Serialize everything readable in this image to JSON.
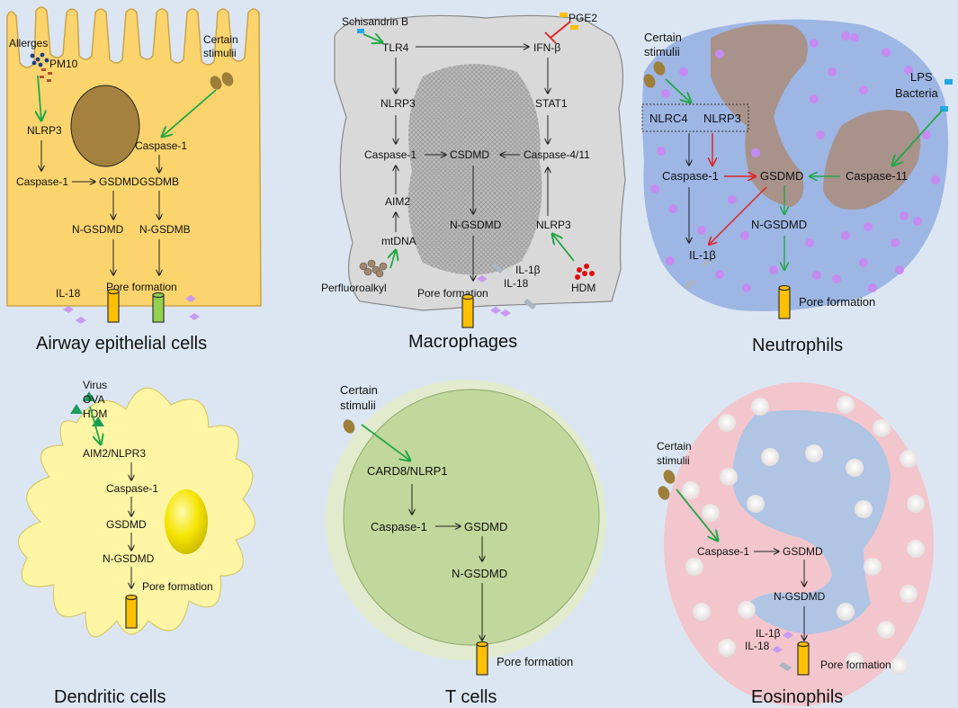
{
  "panels": {
    "airway": {
      "caption": "Airway epithelial cells",
      "allergens": "Allerges",
      "pm10": "PM10",
      "stimuli_1": "Certain",
      "stimuli_2": "stimulii",
      "nlrp3": "NLRP3",
      "casp1_left": "Caspase-1",
      "gsdmd": "GSDMD",
      "ngsdmd": "N-GSDMD",
      "casp1_right": "Caspase-1",
      "gsdmb": "GSDMB",
      "ngsdmb": "N-GSDMB",
      "il18": "IL-18",
      "pore": "Pore formation"
    },
    "macrophages": {
      "caption": "Macrophages",
      "schisandrin": "Schisandrin B",
      "pge2": "PGE2",
      "tlr4": "TLR4",
      "ifnb": "IFN-β",
      "nlrp3_top": "NLRP3",
      "stat1": "STAT1",
      "casp1": "Caspase-1",
      "csdmd": "CSDMD",
      "casp411": "Caspase-4/11",
      "aim2": "AIM2",
      "ngsdmd": "N-GSDMD",
      "nlrp3_bottom": "NLRP3",
      "mtdna": "mtDNA",
      "perfluoro": "Perfluoroalkyl",
      "il1b": "IL-1β",
      "il18": "IL-18",
      "pore": "Pore formation",
      "hdm": "HDM"
    },
    "neutrophils": {
      "caption": "Neutrophils",
      "stimuli_1": "Certain",
      "stimuli_2": "stimulii",
      "lps": "LPS",
      "bacteria": "Bacteria",
      "nlrc4": "NLRC4",
      "nlrp3": "NLRP3",
      "casp1": "Caspase-1",
      "gsdmd": "GSDMD",
      "casp11": "Caspase-11",
      "ngsdmd": "N-GSDMD",
      "il1b": "IL-1β",
      "pore": "Pore formation"
    },
    "dendritic": {
      "caption": "Dendritic cells",
      "virus": "Virus",
      "ova": "OVA",
      "hdm": "HDM",
      "aim2": "AIM2/NLPR3",
      "casp1": "Caspase-1",
      "gsdmd": "GSDMD",
      "ngsdmd": "N-GSDMD",
      "pore": "Pore formation"
    },
    "tcells": {
      "caption": "T cells",
      "stimuli_1": "Certain",
      "stimuli_2": "stimulii",
      "card8": "CARD8/NLRP1",
      "casp1": "Caspase-1",
      "gsdmd": "GSDMD",
      "ngsdmd": "N-GSDMD",
      "pore": "Pore formation"
    },
    "eosinophils": {
      "caption": "Eosinophils",
      "stimuli_1": "Certain",
      "stimuli_2": "stimulii",
      "casp1": "Caspase-1",
      "gsdmd": "GSDMD",
      "ngsdmd": "N-GSDMD",
      "il1b": "IL-1β",
      "il18": "IL-18",
      "pore": "Pore formation"
    }
  },
  "colors": {
    "epithelial": "#fbd46e",
    "macrophage": "#d9d9d9",
    "neutrophil": "#9db6e4",
    "dendritic": "#fff5a5",
    "tcell": "#c2d79b",
    "eosinophil": "#f2c6cc",
    "pore": "#ffc000",
    "activation_arrow": "#22a746",
    "inhibition_arrow": "#e02020",
    "granule": "#c58bf0"
  }
}
